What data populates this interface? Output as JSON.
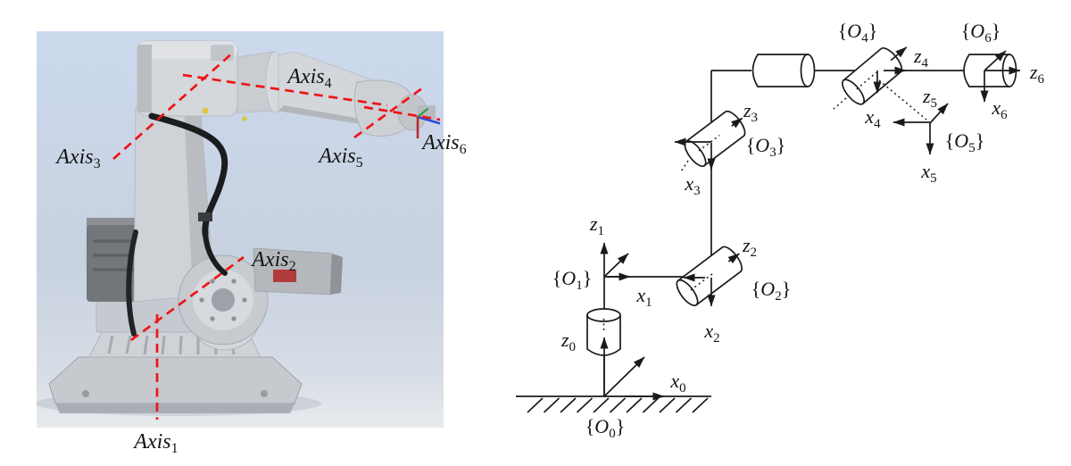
{
  "left": {
    "description": "industrial six-axis robot photo with joint axes marked",
    "axes": [
      {
        "base": "Axis",
        "sub": "1"
      },
      {
        "base": "Axis",
        "sub": "2"
      },
      {
        "base": "Axis",
        "sub": "3"
      },
      {
        "base": "Axis",
        "sub": "4"
      },
      {
        "base": "Axis",
        "sub": "5"
      },
      {
        "base": "Axis",
        "sub": "6"
      }
    ],
    "tool_triad_colors": {
      "x": "#b92b32",
      "y": "#2f9e44",
      "z": "#2b4bd7"
    }
  },
  "right": {
    "description": "kinematic coordinate-frame diagram of the robot",
    "frames": [
      {
        "open": "{",
        "base": "O",
        "sub": "0",
        "close": "}"
      },
      {
        "open": "{",
        "base": "O",
        "sub": "1",
        "close": "}"
      },
      {
        "open": "{",
        "base": "O",
        "sub": "2",
        "close": "}"
      },
      {
        "open": "{",
        "base": "O",
        "sub": "3",
        "close": "}"
      },
      {
        "open": "{",
        "base": "O",
        "sub": "4",
        "close": "}"
      },
      {
        "open": "{",
        "base": "O",
        "sub": "5",
        "close": "}"
      },
      {
        "open": "{",
        "base": "O",
        "sub": "6",
        "close": "}"
      }
    ],
    "z": [
      {
        "base": "z",
        "sub": "0"
      },
      {
        "base": "z",
        "sub": "1"
      },
      {
        "base": "z",
        "sub": "2"
      },
      {
        "base": "z",
        "sub": "3"
      },
      {
        "base": "z",
        "sub": "4"
      },
      {
        "base": "z",
        "sub": "5"
      },
      {
        "base": "z",
        "sub": "6"
      }
    ],
    "x": [
      {
        "base": "x",
        "sub": "0"
      },
      {
        "base": "x",
        "sub": "1"
      },
      {
        "base": "x",
        "sub": "2"
      },
      {
        "base": "x",
        "sub": "3"
      },
      {
        "base": "x",
        "sub": "4"
      },
      {
        "base": "x",
        "sub": "5"
      },
      {
        "base": "x",
        "sub": "6"
      }
    ]
  },
  "colors": {
    "axis_dash_red": "#ee1515",
    "diagram_ink": "#1a1a1a",
    "photo_background_top": "#ccd9ed",
    "photo_background_bottom": "#e9ebee",
    "robot_body_gray": "#d2d5d9"
  }
}
